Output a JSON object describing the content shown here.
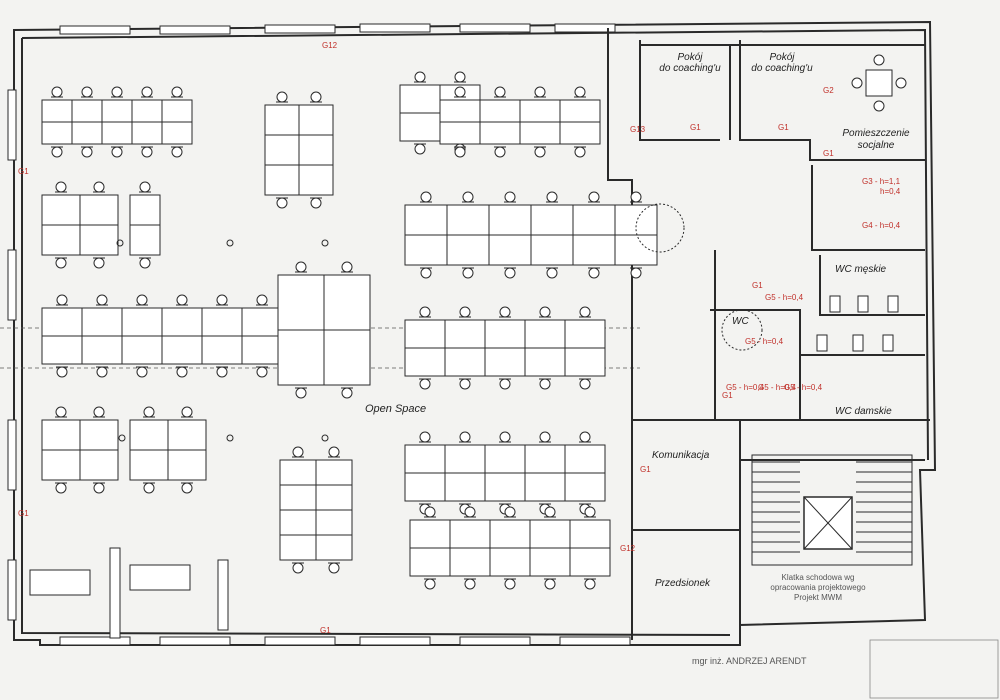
{
  "rooms": {
    "open_space": "Open Space",
    "coaching_1": "Pokój\ndo coaching'u",
    "coaching_2": "Pokój\ndo coaching'u",
    "social_room": "Pomieszczenie\nsocjalne",
    "wc_men": "WC męskie",
    "wc": "WC",
    "wc_women": "WC damskie",
    "corridor": "Komunikacja",
    "vestibule": "Przedsionek",
    "staircase_note": "Klatka schodowa wg\nopracowania projektowego\nProjekt MWM"
  },
  "markers": [
    {
      "id": "g12-top",
      "text": "G1\n2"
    },
    {
      "id": "g1-left-a",
      "text": "G1"
    },
    {
      "id": "g1-left-b",
      "text": "G1"
    },
    {
      "id": "g1-bottom",
      "text": "G1"
    },
    {
      "id": "g1-corridor",
      "text": "G1"
    },
    {
      "id": "g12-corridor",
      "text": "G12"
    },
    {
      "id": "g13-coach",
      "text": "G13"
    },
    {
      "id": "g1-coach-a",
      "text": "G1"
    },
    {
      "id": "g1-coach-b",
      "text": "G1"
    },
    {
      "id": "g2-social",
      "text": "G2"
    },
    {
      "id": "g1-social",
      "text": "G1"
    },
    {
      "id": "g1-wc",
      "text": "G1"
    },
    {
      "id": "g5-wcmen",
      "text": "G5 - h=0,4"
    },
    {
      "id": "g5-wc-a",
      "text": "G5 - h=0,4"
    },
    {
      "id": "g5-wc-b",
      "text": "G5 - h=0,4"
    },
    {
      "id": "g5-wc-c",
      "text": "G5 - h=0,4"
    },
    {
      "id": "g5-wc-d",
      "text": "G5 - h=0,4"
    },
    {
      "id": "g1-wc-b",
      "text": "G1"
    }
  ],
  "kitchen_notes": [
    "G3 - h=1,1",
    "h=0,4",
    "G4 - h=0,4"
  ],
  "signature": "mgr inż. ANDRZEJ ARENDT",
  "colors": {
    "line": "#2a2a2a",
    "marker": "#c0302a",
    "paper": "#f3f3f1"
  }
}
